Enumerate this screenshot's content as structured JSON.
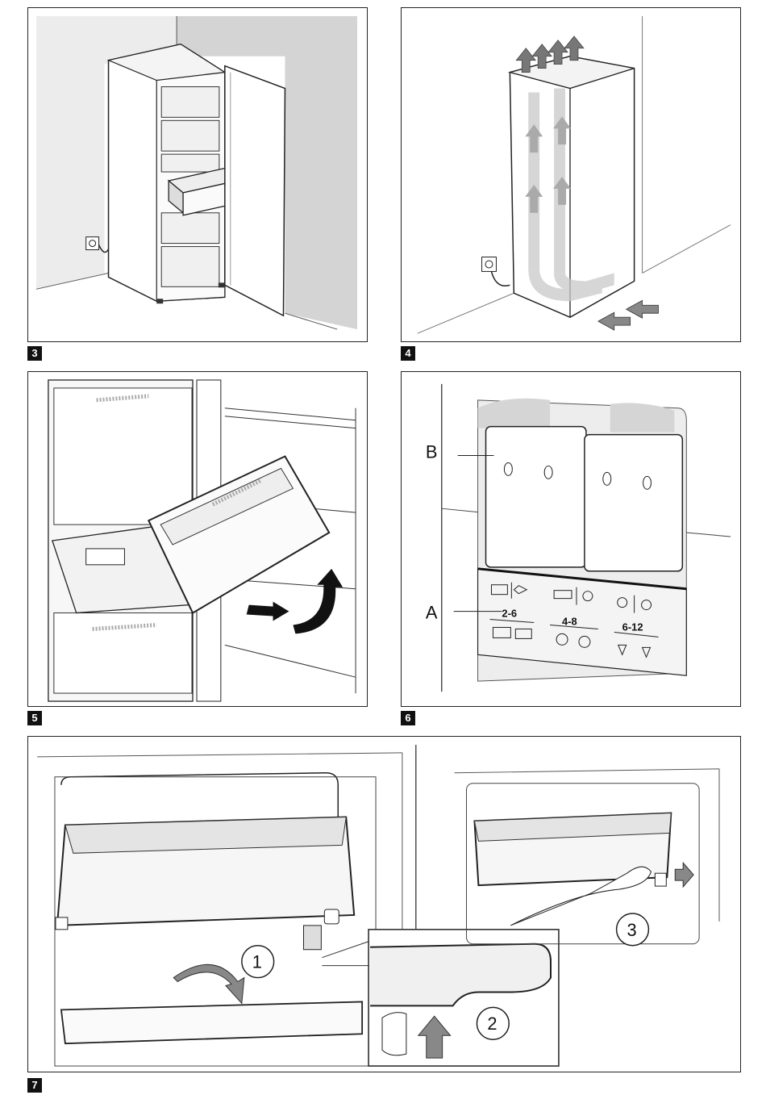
{
  "figures": [
    {
      "number": "3"
    },
    {
      "number": "4"
    },
    {
      "number": "5"
    },
    {
      "number": "6",
      "callouts": {
        "a": "A",
        "b": "B"
      },
      "ranges": {
        "left": "2-6",
        "middle": "4-8",
        "right": "6-12"
      }
    },
    {
      "number": "7",
      "steps": {
        "one": "1",
        "two": "2",
        "three": "3"
      }
    }
  ],
  "colors": {
    "wall": "#d6d6d6",
    "appliance": "#ffffff",
    "arrow": "#888888",
    "label_bg": "#111111"
  }
}
